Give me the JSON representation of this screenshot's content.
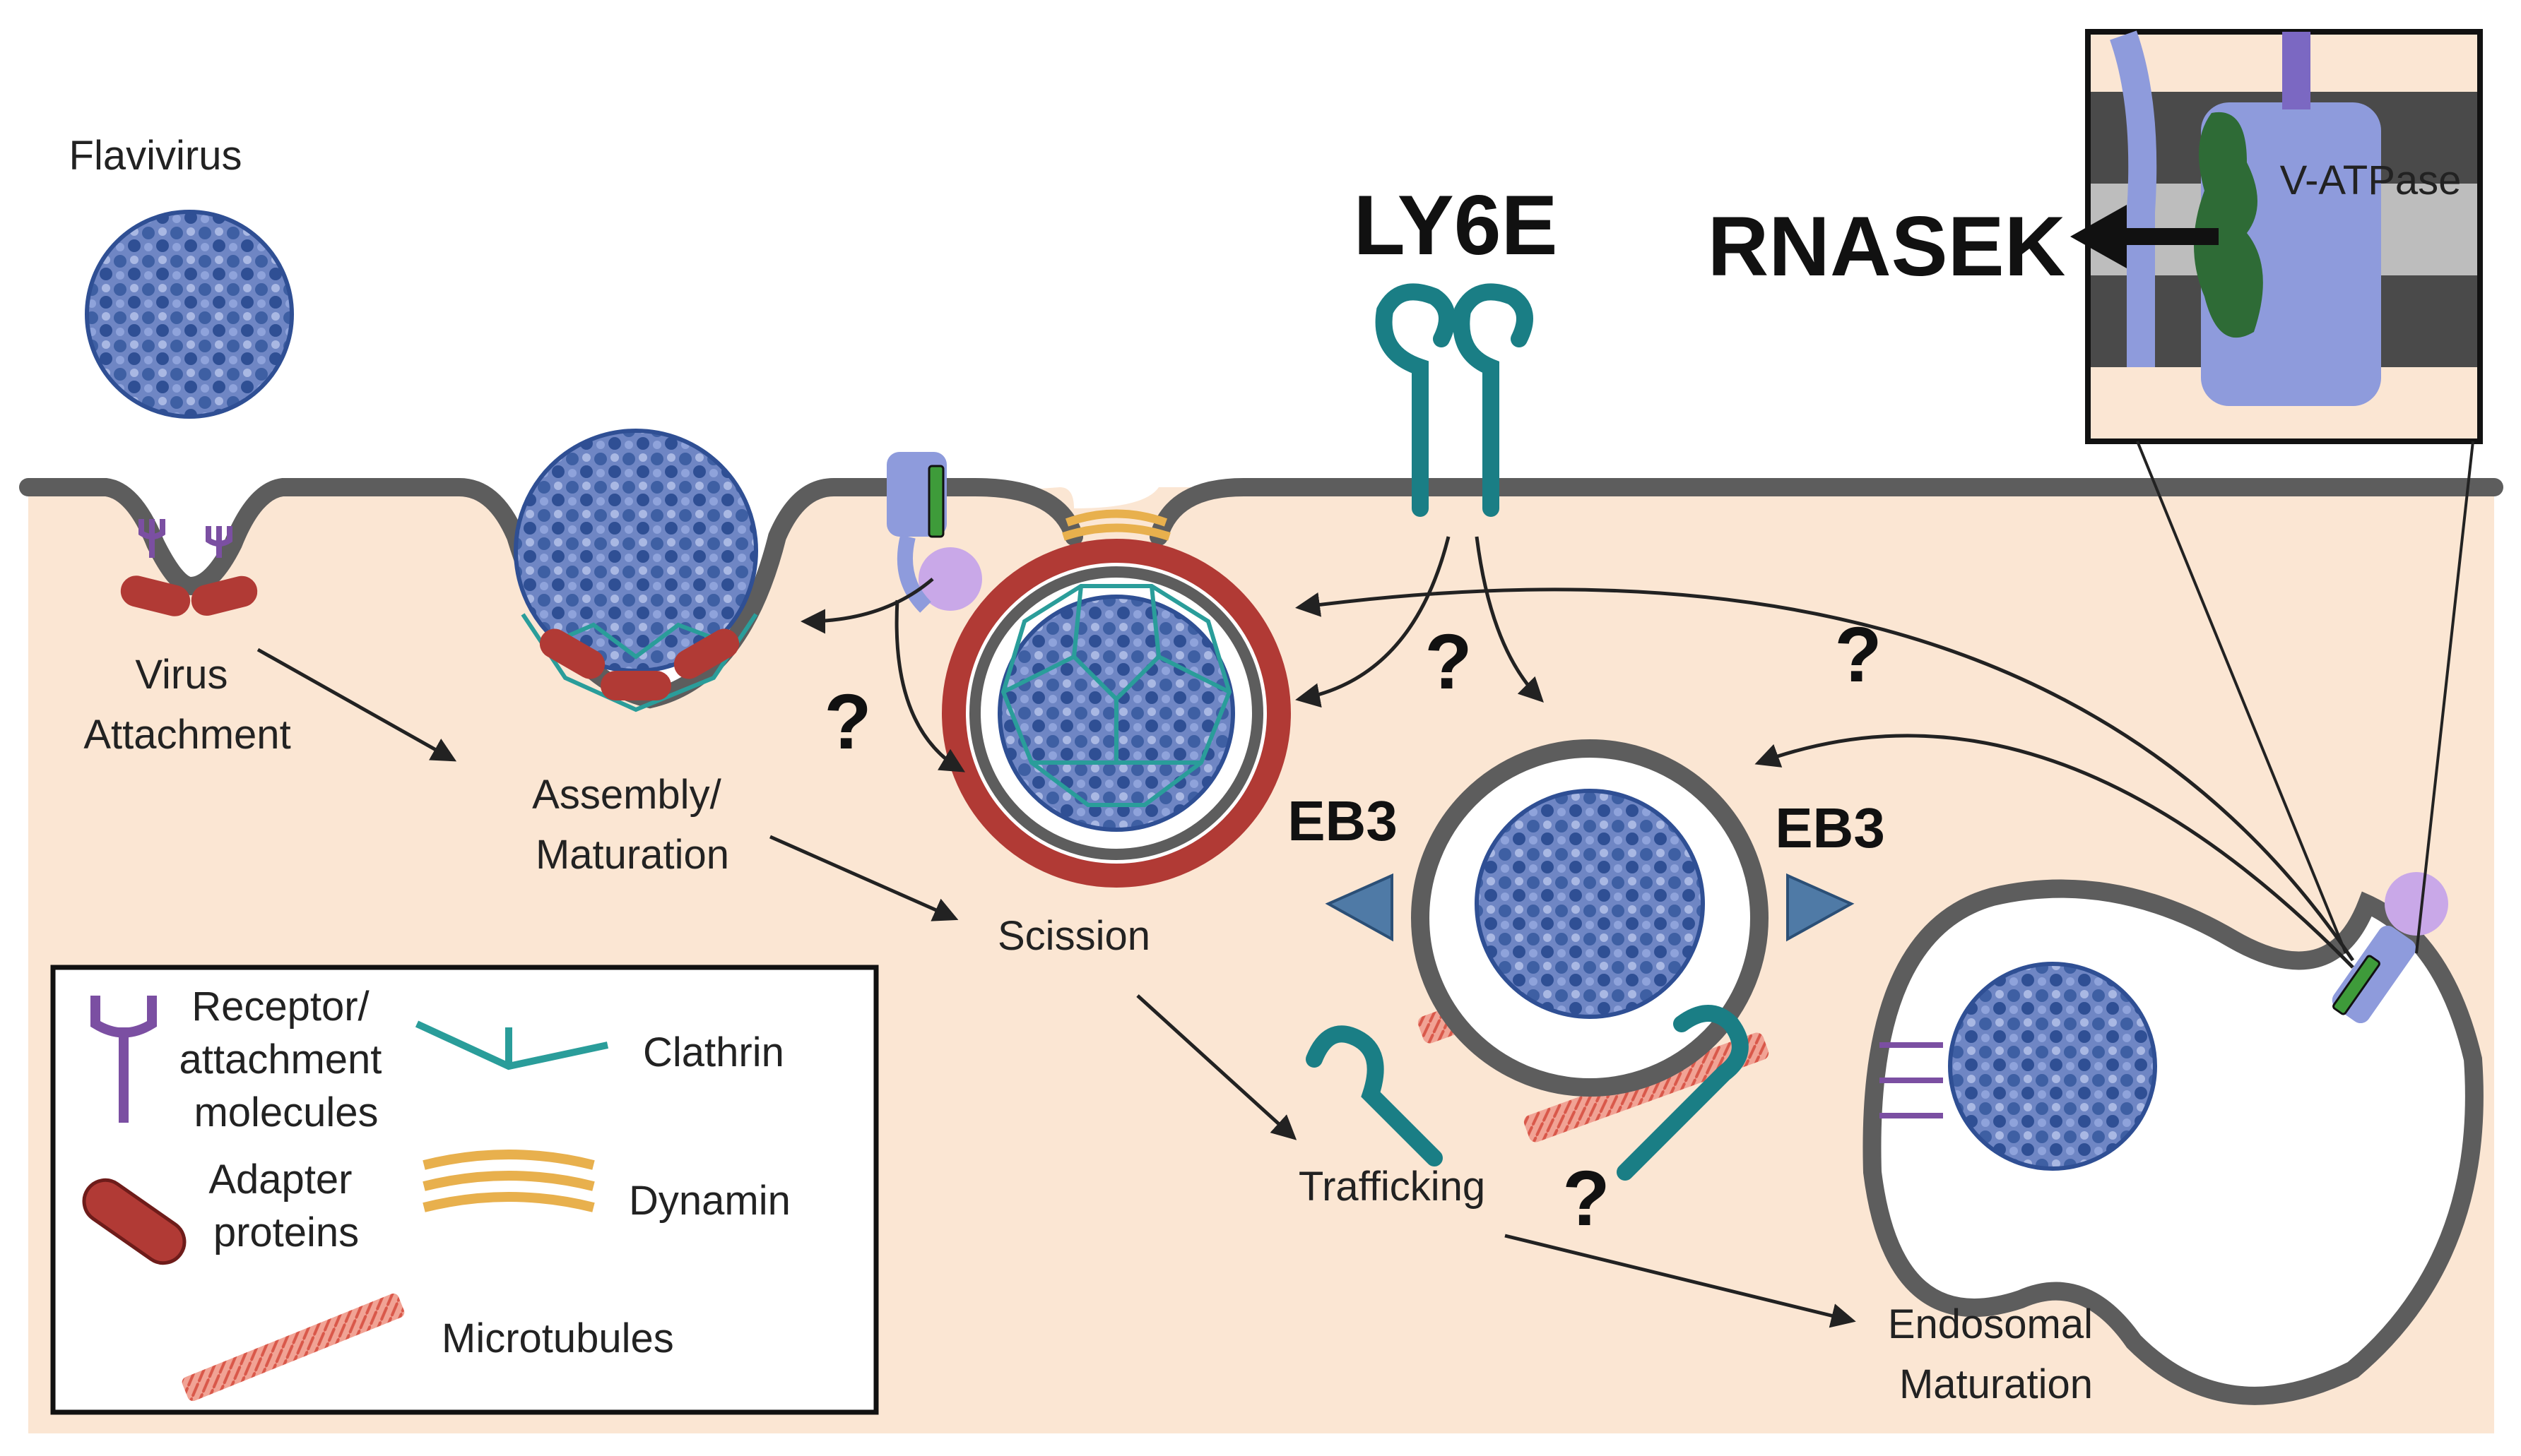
{
  "colors": {
    "cytoplasm": "#fbe6d3",
    "membrane": "#5d5d5d",
    "clathrin": "#2a9d9a",
    "adapter": "#b13a35",
    "receptor": "#7b4fa2",
    "dynamin": "#e8b04d",
    "microtubule": "#e8796a",
    "ly6e": "#1a7e85",
    "eb3": "#4f7aa6",
    "rnasek": "#2e6b36",
    "vatpase": "#8e9bdc",
    "virus": "#3e5fa3"
  },
  "labels": {
    "flavivirus": "Flavivirus",
    "virus_attachment_1": "Virus",
    "virus_attachment_2": "Attachment",
    "assembly_1": "Assembly/",
    "assembly_2": "Maturation",
    "scission": "Scission",
    "trafficking": "Trafficking",
    "endosomal_1": "Endosomal",
    "endosomal_2": "Maturation",
    "ly6e": "LY6E",
    "rnasek": "RNASEK",
    "vatpase": "V-ATPase",
    "eb3_left": "EB3",
    "eb3_right": "EB3",
    "question": "?"
  },
  "legend": {
    "receptor_1": "Receptor/",
    "receptor_2": "attachment",
    "receptor_3": "molecules",
    "clathrin": "Clathrin",
    "adapter_1": "Adapter",
    "adapter_2": "proteins",
    "dynamin": "Dynamin",
    "microtubules": "Microtubules"
  }
}
